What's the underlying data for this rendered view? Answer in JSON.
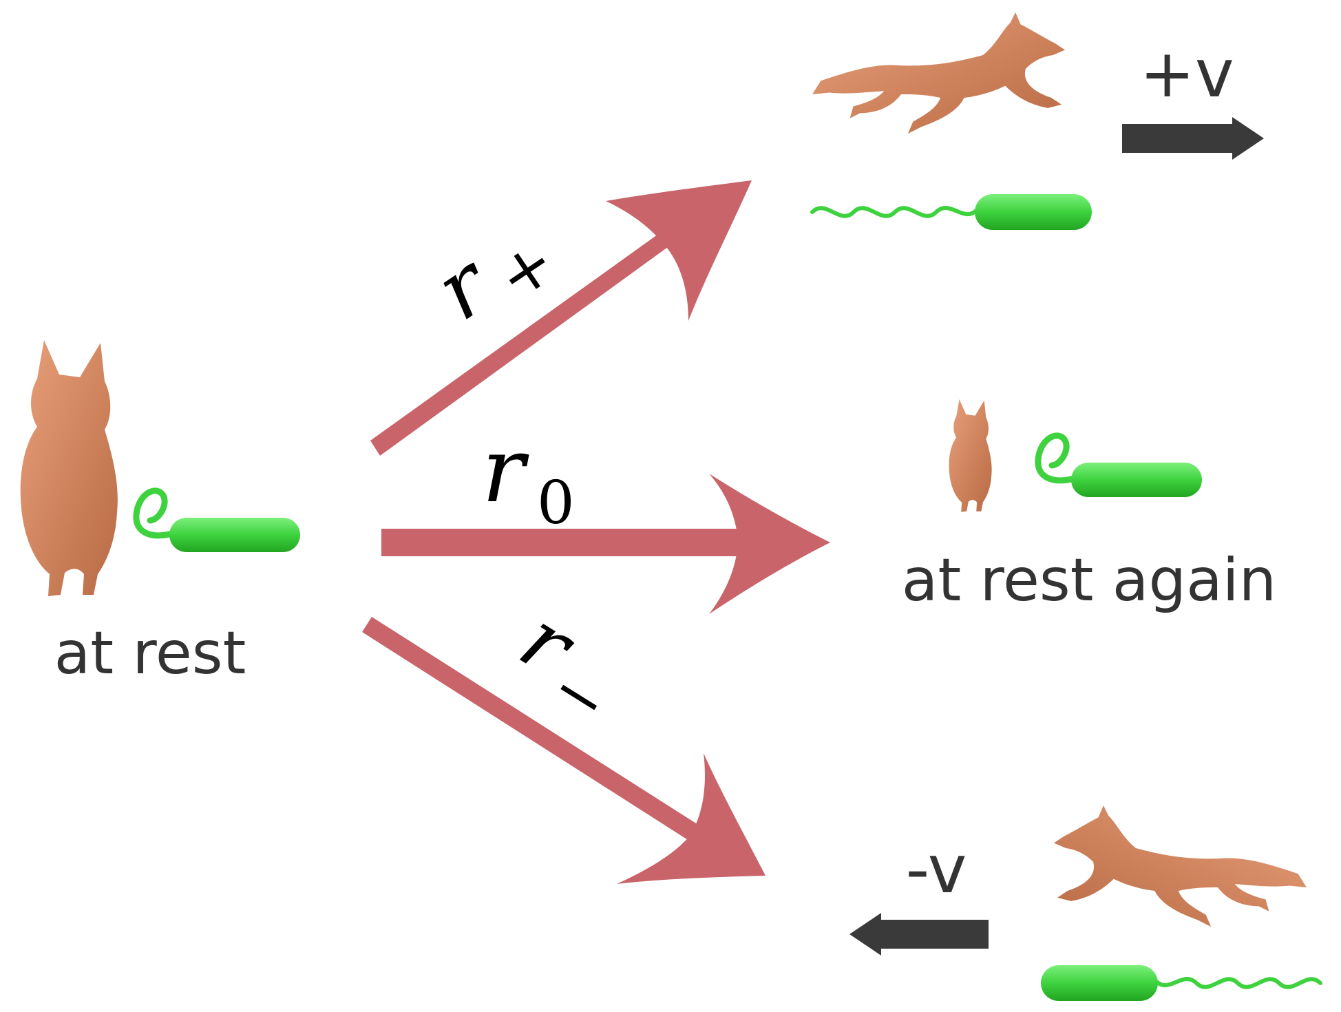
{
  "states": {
    "rest": "at rest",
    "rest_again": "at rest again"
  },
  "velocities": {
    "plus": "+v",
    "minus": "-v"
  },
  "rates": {
    "plus": {
      "symbol": "r",
      "subscript": "+"
    },
    "zero": {
      "symbol": "r",
      "subscript": "0"
    },
    "minus": {
      "symbol": "r",
      "subscript": "−"
    }
  },
  "icons": {
    "dog": "dog-icon",
    "bacterium": "bacterium-icon"
  },
  "colors": {
    "transition_arrow": "#C8646A",
    "velocity_arrow": "#3A3A3A",
    "dog": "#D4875F",
    "bacterium": "#3ED23E",
    "text": "#333333"
  }
}
